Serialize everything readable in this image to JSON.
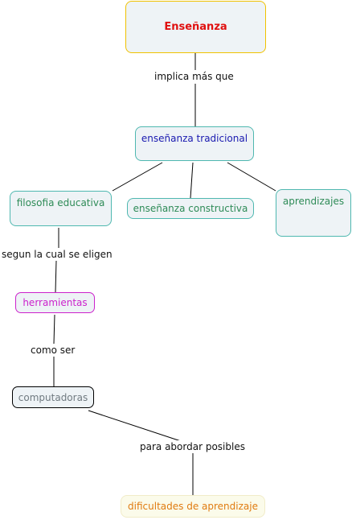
{
  "colors": {
    "root_border": "#f0c200",
    "teal_border": "#4fb8b0",
    "green_text": "#2e8b57",
    "blue_text": "#1a1ab0",
    "red_text": "#e01010",
    "magenta": "#cc22cc",
    "gray_text": "#707a80",
    "orange_text": "#e07b10",
    "cream_bg": "#fbfbea",
    "cream_border": "#f1ecc8"
  },
  "nodes": {
    "root": "Enseñanza",
    "traditional": "enseñanza tradicional",
    "philosophy": "filosofia educativa",
    "constructive": "enseñanza constructiva",
    "learning": "aprendizajes",
    "tools": "herramientas",
    "computers": "computadoras",
    "difficulties": "dificultades de aprendizaje"
  },
  "links": {
    "implies": "implica más que",
    "according": "segun la cual se eligen",
    "such_as": "como ser",
    "to_address": "para abordar posibles"
  }
}
